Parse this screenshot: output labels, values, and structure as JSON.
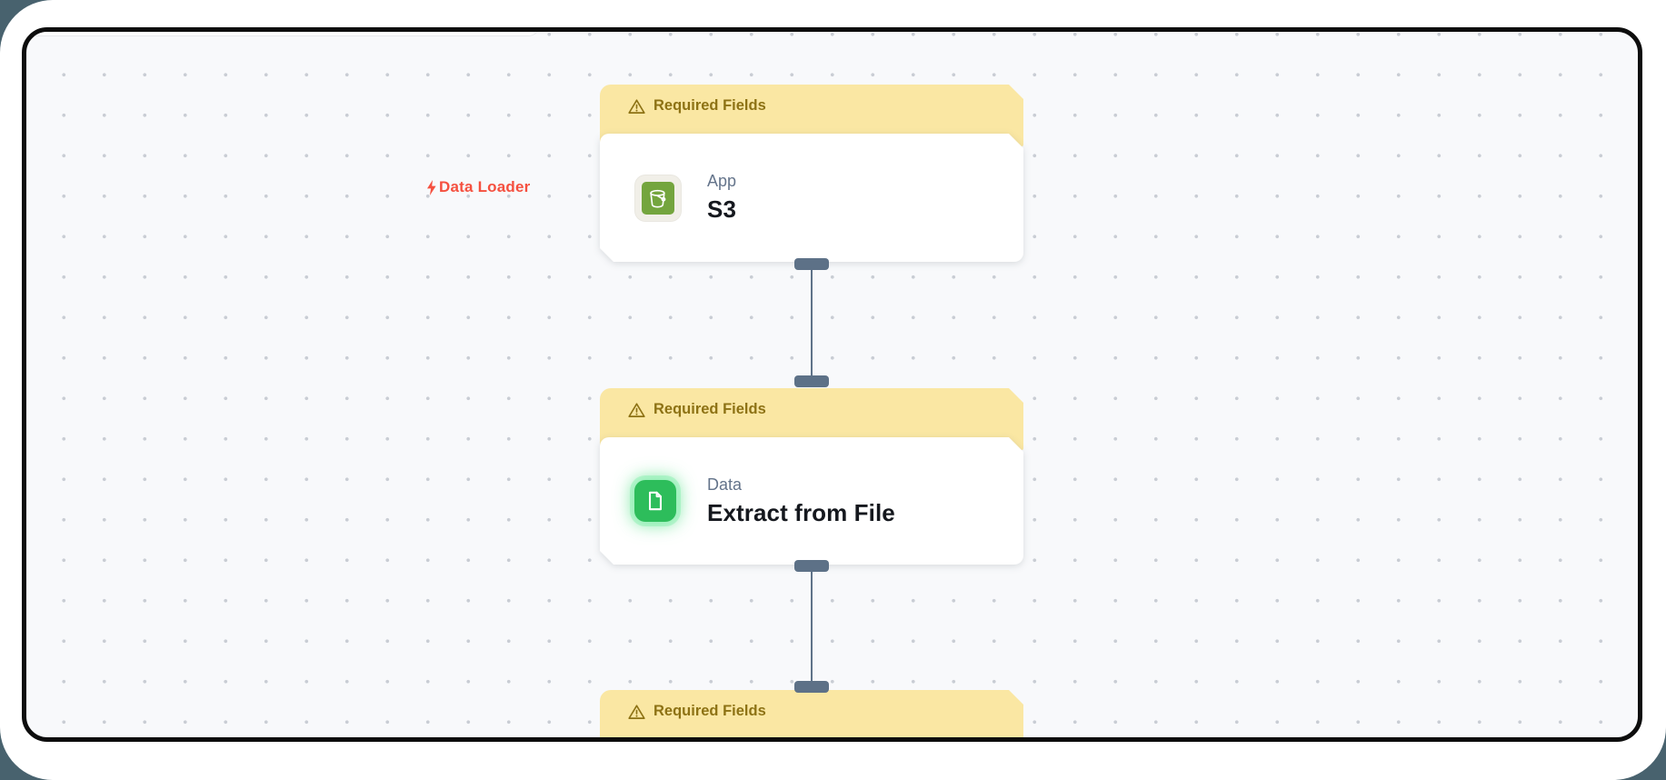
{
  "page": {
    "background_color": "#48626e",
    "panel_color": "#ffffff"
  },
  "canvas": {
    "background_color": "#f8f9fb",
    "dot_color": "#c9cdd4",
    "border_color": "#0d0d0d"
  },
  "group_label": {
    "text": "Data Loader",
    "color": "#f5503f",
    "icon": "lightning-bolt-icon"
  },
  "banner": {
    "background_color": "#fae7a3",
    "text_color": "#8d7214",
    "warning_icon": "warning-triangle-icon"
  },
  "nodes": [
    {
      "banner_label": "Required Fields",
      "category": "App",
      "title": "S3",
      "icon": "s3-bucket-icon",
      "icon_color": "#74a53e"
    },
    {
      "banner_label": "Required Fields",
      "category": "Data",
      "title": "Extract from File",
      "icon": "file-document-icon",
      "icon_color": "#2dbd5b"
    },
    {
      "banner_label": "Required Fields"
    }
  ],
  "edges": {
    "line_color": "#5f7389",
    "handle_color": "#5d7187"
  }
}
